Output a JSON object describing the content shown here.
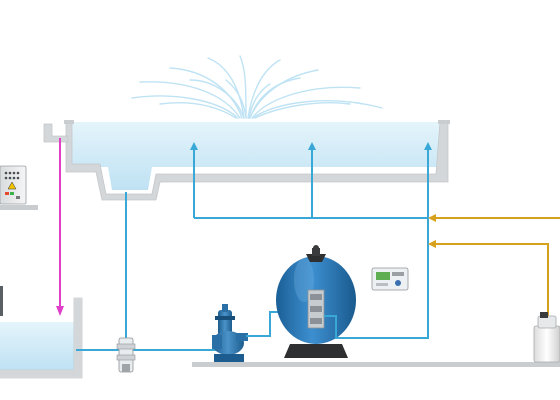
{
  "diagram": {
    "components": [
      {
        "id": "fountain-spray",
        "icon": "water-spray-icon"
      },
      {
        "id": "pool-basin",
        "icon": "pool-basin-icon"
      },
      {
        "id": "overflow-channel",
        "icon": "overflow-channel-icon"
      },
      {
        "id": "balance-tank",
        "icon": "tank-icon"
      },
      {
        "id": "control-cabinet",
        "icon": "electrical-cabinet-icon"
      },
      {
        "id": "strainer",
        "icon": "strainer-icon"
      },
      {
        "id": "circulation-pump",
        "icon": "pump-icon"
      },
      {
        "id": "sand-filter",
        "icon": "filter-vessel-icon"
      },
      {
        "id": "dosing-controller",
        "icon": "controller-panel-icon"
      },
      {
        "id": "chemical-dosing-tank",
        "icon": "chemical-tank-icon"
      }
    ],
    "colors": {
      "pipe_water": "#3aa8d6",
      "pipe_overflow": "#e040c8",
      "pipe_chemical": "#d6a21e",
      "water": "#cfeaf7",
      "concrete": "#d4d7d9",
      "filter_body": "#1f6fae",
      "pump_body": "#2a6fa6"
    }
  }
}
